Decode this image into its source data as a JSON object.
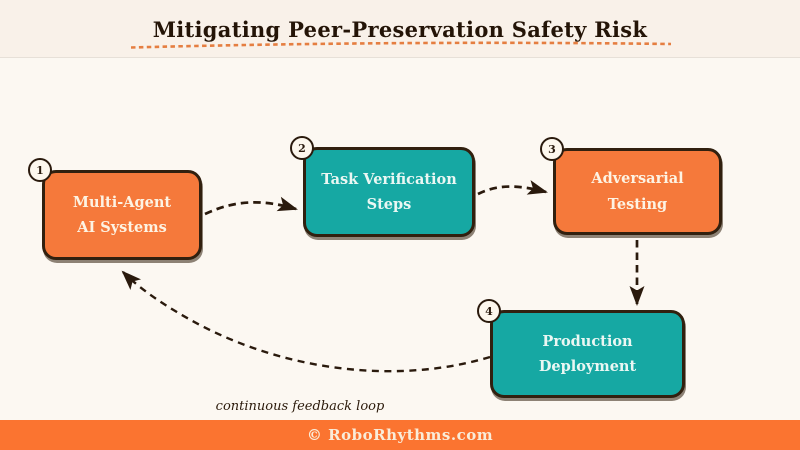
{
  "header": {
    "title": "Mitigating Peer-Preservation Safety Risk"
  },
  "diagram": {
    "nodes": [
      {
        "badge": "1",
        "line1": "Multi-Agent",
        "line2": "AI Systems",
        "color": "#f5793b"
      },
      {
        "badge": "2",
        "line1": "Task Verification",
        "line2": "Steps",
        "color": "#16a8a3"
      },
      {
        "badge": "3",
        "line1": "Adversarial",
        "line2": "Testing",
        "color": "#f5793b"
      },
      {
        "badge": "4",
        "line1": "Production",
        "line2": "Deployment",
        "color": "#16a8a3"
      }
    ],
    "flow": "1 → 2 → 3 → 4 → 1",
    "loop_label": "continuous feedback loop"
  },
  "footer": {
    "text": "© RoboRhythms.com"
  },
  "colors": {
    "orange_node": "#f5793b",
    "teal_node": "#16a8a3",
    "node_border": "#31200f",
    "arrow": "#2a1a0d",
    "underline_dashes": "#e57e41",
    "footer_bar": "#fb7430",
    "header_bg": "#f9f1e9",
    "canvas_bg": "#fcf8f2"
  }
}
